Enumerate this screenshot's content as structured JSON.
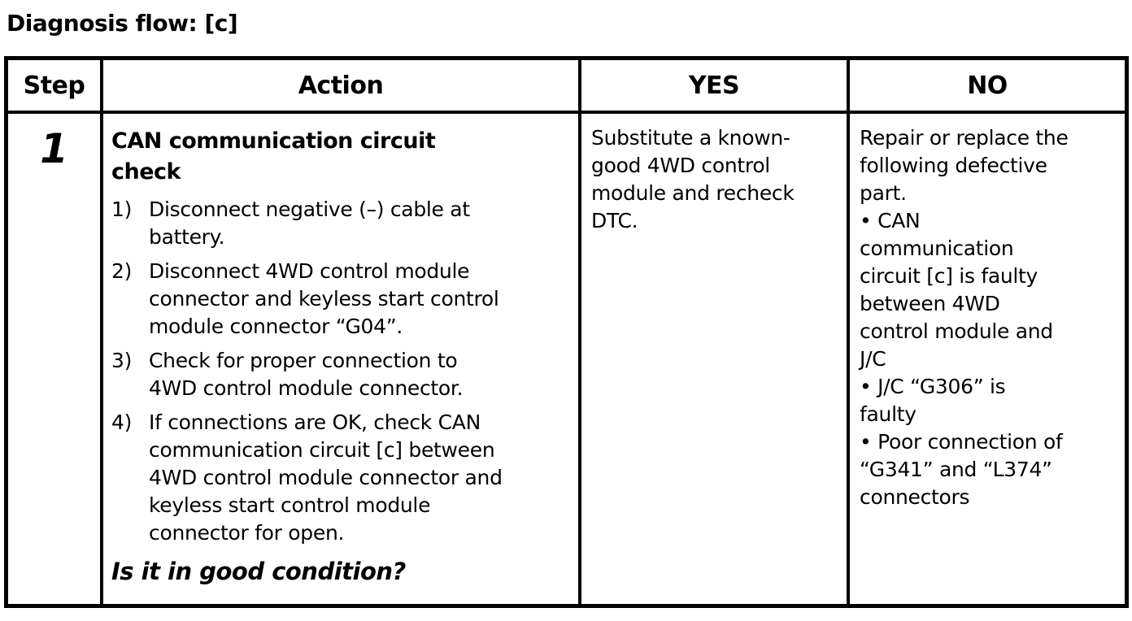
{
  "title": "Diagnosis flow: [c]",
  "colors": {
    "text": "#000000",
    "border": "#000000",
    "background": "#ffffff"
  },
  "table": {
    "headers": [
      "Step",
      "Action",
      "YES",
      "NO"
    ],
    "rows": [
      {
        "step": "1",
        "action": {
          "heading": "CAN communication circuit\ncheck",
          "items": [
            {
              "num": "1)",
              "text": "Disconnect negative (–) cable at\nbattery."
            },
            {
              "num": "2)",
              "text": "Disconnect 4WD control module\nconnector and keyless start control\nmodule connector “G04”."
            },
            {
              "num": "3)",
              "text": "Check for proper connection to\n4WD control module connector."
            },
            {
              "num": "4)",
              "text": "If connections are OK, check CAN\ncommunication circuit [c] between\n4WD control module connector and\nkeyless start control module\nconnector for open."
            }
          ],
          "question": "Is it in good condition?"
        },
        "yes": "Substitute a known-\ngood 4WD control\nmodule and recheck\nDTC.",
        "no": "Repair or replace the\nfollowing defective\npart.\n• CAN\ncommunication\ncircuit [c] is faulty\nbetween 4WD\ncontrol module and\nJ/C\n• J/C “G306” is\nfaulty\n• Poor connection of\n“G341” and “L374”\nconnectors"
      }
    ]
  }
}
